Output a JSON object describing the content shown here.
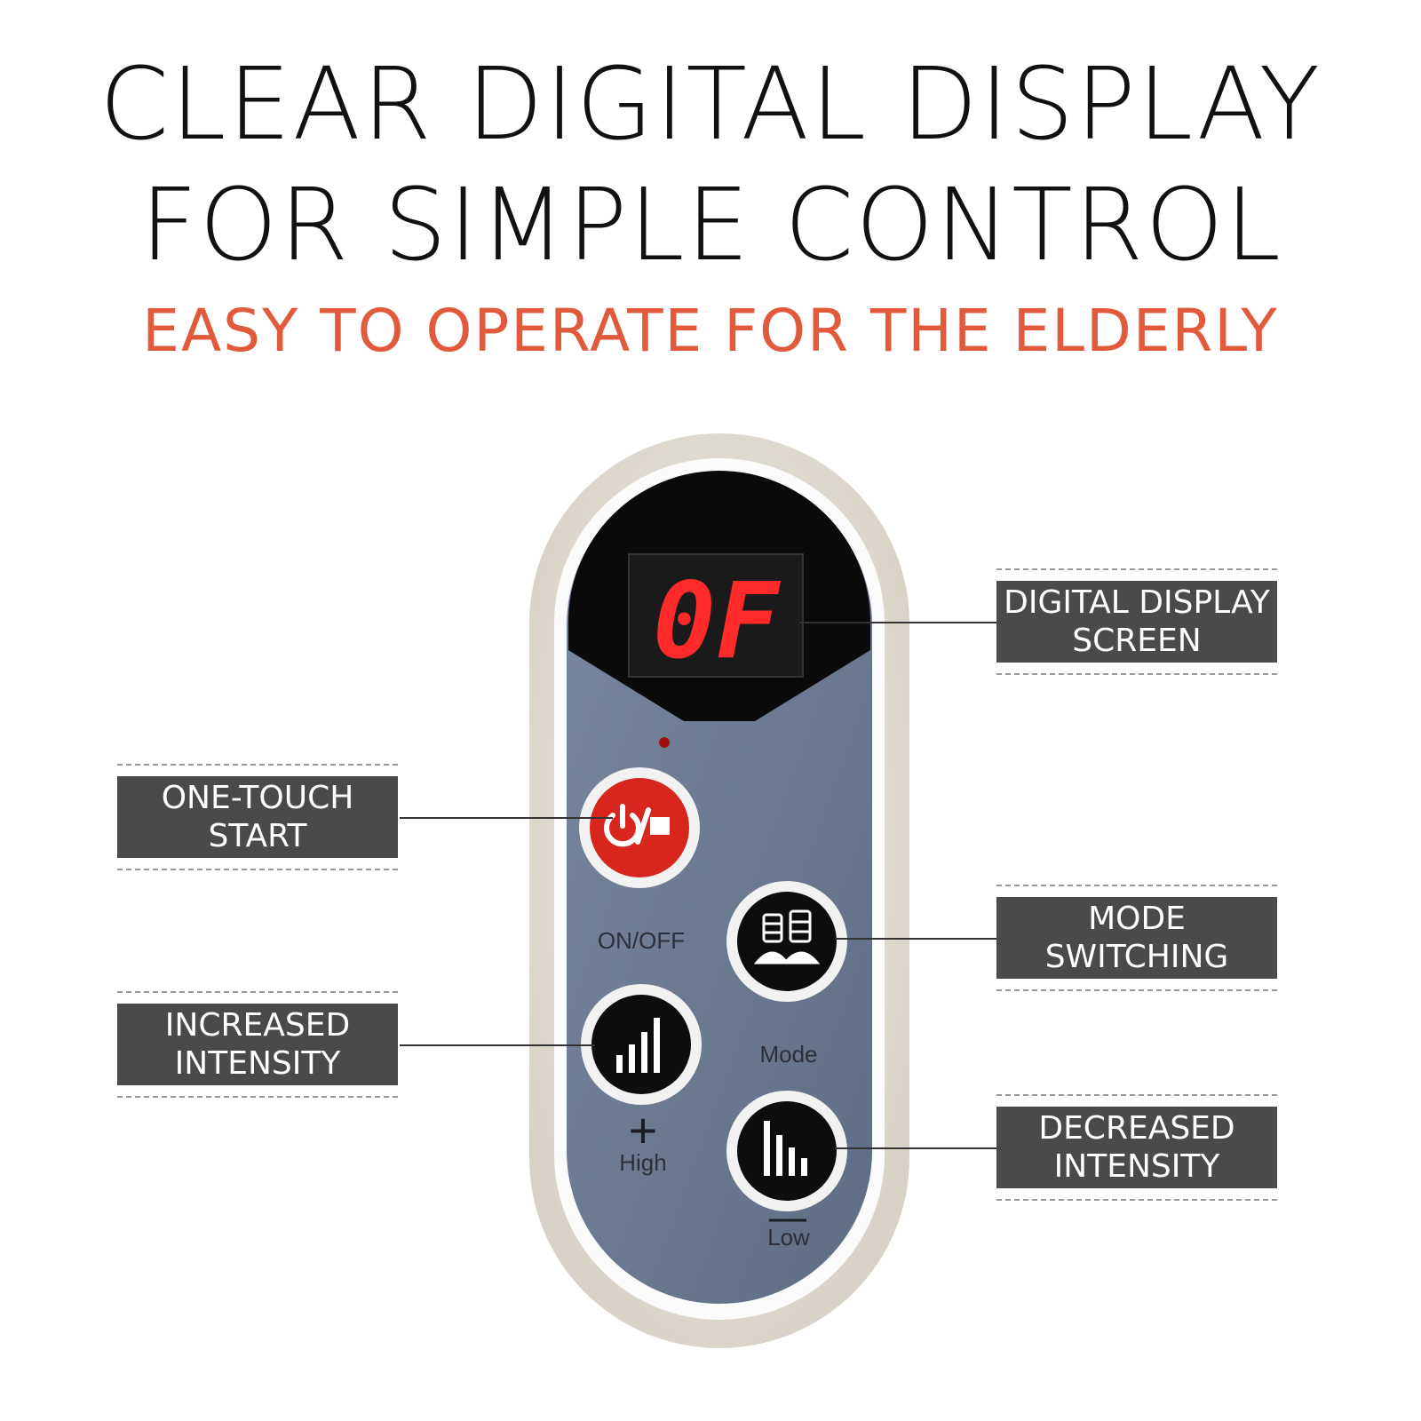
{
  "headline": {
    "line1": "CLEAR DIGITAL DISPLAY",
    "line2": "FOR SIMPLE CONTROL",
    "subtitle": "EASY TO OPERATE FOR THE ELDERLY"
  },
  "colors": {
    "accent": "#e25a3c",
    "callout_bg": "#4a4a4a",
    "panel_face": "#6b7a91",
    "display_red": "#ff2a2a",
    "power_button": "#d8261e"
  },
  "device": {
    "display_readout": "0F",
    "onoff_label": "ON/OFF",
    "mode_label": "Mode",
    "high_symbol": "+",
    "high_label": "High",
    "low_label": "Low"
  },
  "callouts": {
    "digital_display": [
      "DIGITAL DISPLAY",
      "SCREEN"
    ],
    "one_touch": [
      "ONE-TOUCH",
      "START"
    ],
    "mode": [
      "MODE",
      "SWITCHING"
    ],
    "increased": [
      "INCREASED",
      "INTENSITY"
    ],
    "decreased": [
      "DECREASED",
      "INTENSITY"
    ]
  },
  "icons": {
    "power": "power-standby-icon",
    "mode": "breast-pump-mode-icon",
    "increase": "signal-bars-increase-icon",
    "decrease": "signal-bars-decrease-icon"
  }
}
